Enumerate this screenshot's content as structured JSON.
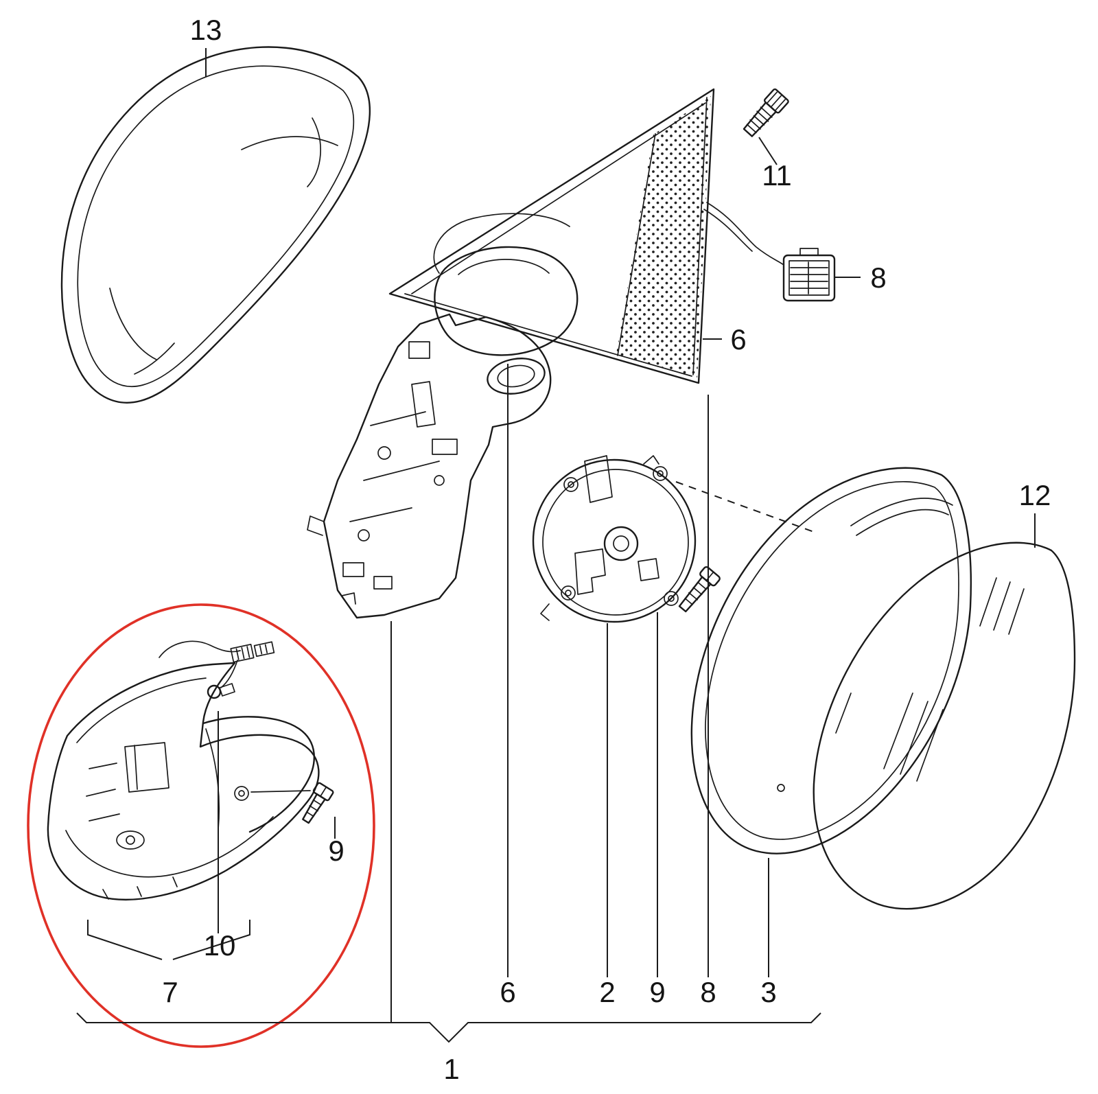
{
  "diagram": {
    "type": "exploded-parts-diagram",
    "labels": {
      "cap": "13",
      "screw_upper": "11",
      "connector": "8",
      "mirror_base": "6",
      "glass": "12",
      "screw_lower_left": "9",
      "bulb_wiring": "10",
      "lower_housing": "7",
      "row": [
        "6",
        "2",
        "9",
        "8",
        "3"
      ],
      "assembly": "1"
    },
    "colors": {
      "line": "#1a1a1a",
      "highlight": "#e03127",
      "background": "#ffffff"
    }
  }
}
